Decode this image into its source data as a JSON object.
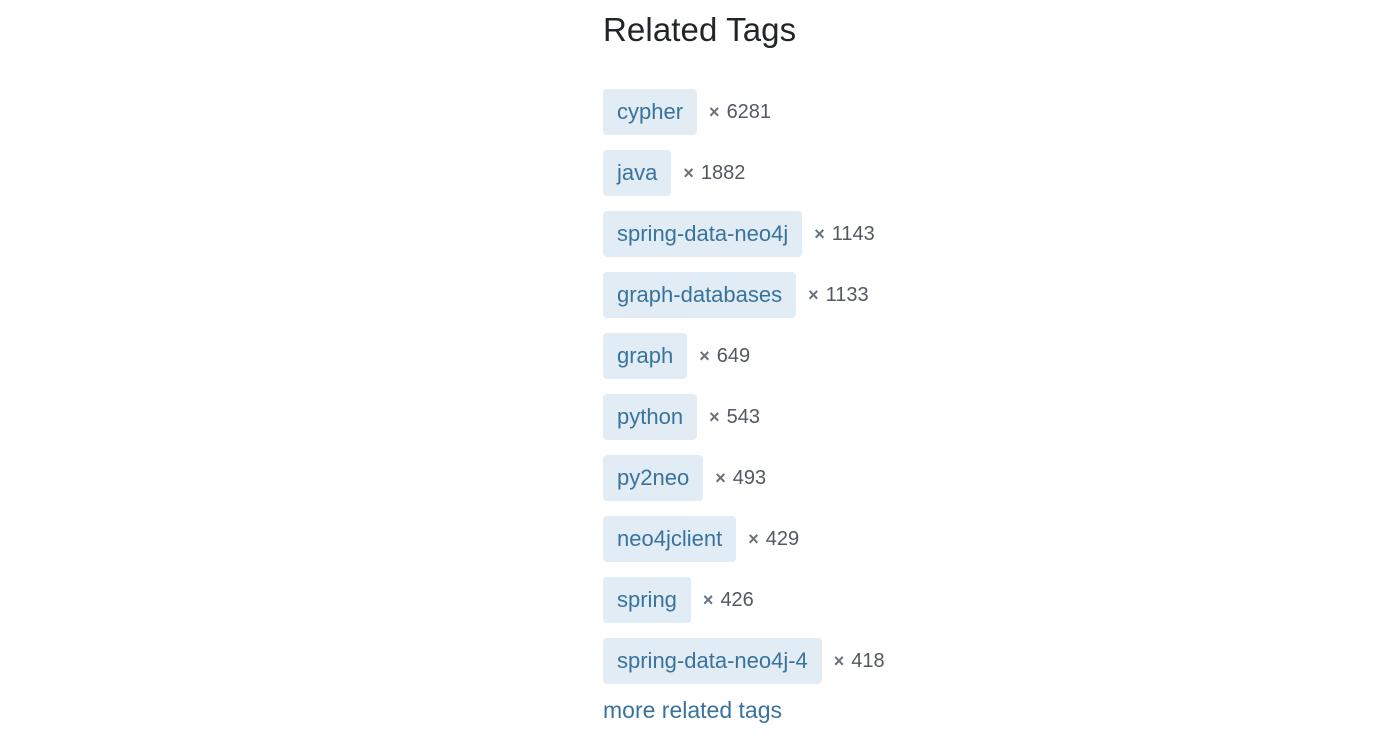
{
  "section": {
    "title": "Related Tags",
    "multiplier_symbol": "×",
    "more_link": "more related tags"
  },
  "tags": [
    {
      "label": "cypher",
      "count": "6281"
    },
    {
      "label": "java",
      "count": "1882"
    },
    {
      "label": "spring-data-neo4j",
      "count": "1143"
    },
    {
      "label": "graph-databases",
      "count": "1133"
    },
    {
      "label": "graph",
      "count": "649"
    },
    {
      "label": "python",
      "count": "543"
    },
    {
      "label": "py2neo",
      "count": "493"
    },
    {
      "label": "neo4jclient",
      "count": "429"
    },
    {
      "label": "spring",
      "count": "426"
    },
    {
      "label": "spring-data-neo4j-4",
      "count": "418"
    }
  ],
  "colors": {
    "tag_background": "#e1ecf4",
    "tag_text": "#39739d",
    "count_text": "#525960",
    "title_text": "#232629"
  }
}
